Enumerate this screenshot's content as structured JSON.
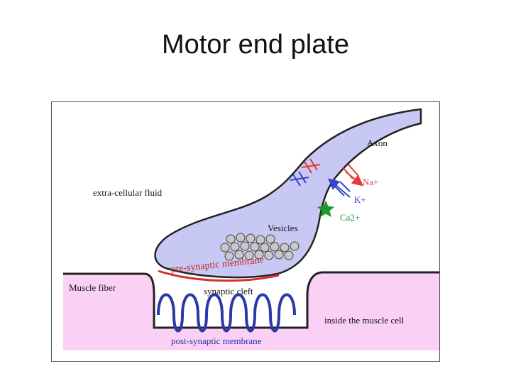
{
  "slide": {
    "title": "Motor end plate"
  },
  "diagram": {
    "labels": {
      "axon": "Axon",
      "extracellular": "extra-cellular fluid",
      "na": "Na+",
      "k": "K+",
      "ca": "Ca2+",
      "vesicles": "Vesicles",
      "presynaptic": "pre-synaptic membrane",
      "muscle_fiber": "Muscle fiber",
      "synaptic_cleft": "synaptic cleft",
      "inside_cell": "inside the muscle cell",
      "postsynaptic": "post-synaptic membrane"
    },
    "colors": {
      "axon_fill": "#c8c8f4",
      "muscle_fill": "#fbd0f5",
      "na_channel": "#e03a3a",
      "k_channel": "#3344cc",
      "ca_channel": "#1f9a2a",
      "presynaptic_text": "#cc2222",
      "postsynaptic_text": "#2233aa",
      "membrane_line": "#222222",
      "vesicle_fill": "#c8c8c8"
    }
  }
}
